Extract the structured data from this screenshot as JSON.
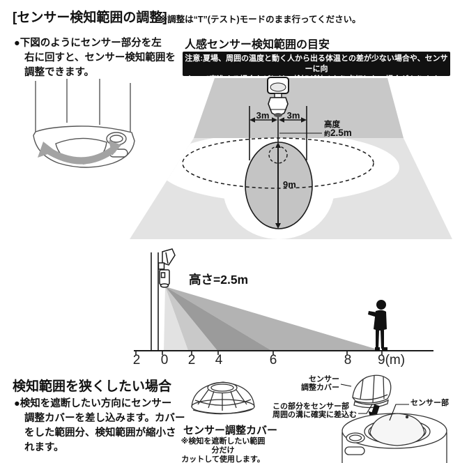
{
  "title": {
    "text": "[センサー検知範囲の調整]",
    "note": "※調整は“T”(テスト)モードのまま行ってください。"
  },
  "intro": {
    "bullet": "●下図のようにセンサー部分を左\n右に回すと、センサー検知範囲を\n調整できます。"
  },
  "range_section": {
    "heading": "人感センサー検知範囲の目安",
    "caution": "注意:夏場、周囲の温度と動く人から出る体温との差が少ない場合や、センサーに向\nかって直進する場合などには、検知が鈍くなり点灯しない場合があります。",
    "labels": {
      "left_3m": "3m",
      "right_3m": "3m",
      "height_title": "高度",
      "height_approx": "約",
      "height_value": "2.5m",
      "depth": "9m"
    }
  },
  "side_view": {
    "height_label": "高さ=2.5m",
    "axis_ticks": [
      "2",
      "0",
      "2",
      "4",
      "6",
      "8",
      "9(m)"
    ]
  },
  "narrow_section": {
    "heading": "検知範囲を狭くしたい場合",
    "bullet": "●検知を遮断したい方向にセンサー\n調整カバーを差し込みます。カバー\nをした範囲分、検知範囲が縮小さ\nれます。",
    "cover_caption": "センサー調整カバー",
    "cover_note": "※検知を遮断したい範囲分だけ\nカットして使用します。",
    "labels": {
      "cover": "センサー\n調整カバー",
      "insert": "この部分をセンサー部\n周囲の溝に確実に差込む",
      "sensor": "センサー部"
    }
  },
  "colors": {
    "caution_bg": "#111111",
    "wall": "#c8c8c8",
    "floor": "#e3e3e3",
    "zone_fill": "#c4c4c4",
    "beam_1": "#e2e2e2",
    "beam_2": "#c9c9c9",
    "beam_3": "#9b9b9b",
    "beam_4": "#b3b3b3"
  }
}
